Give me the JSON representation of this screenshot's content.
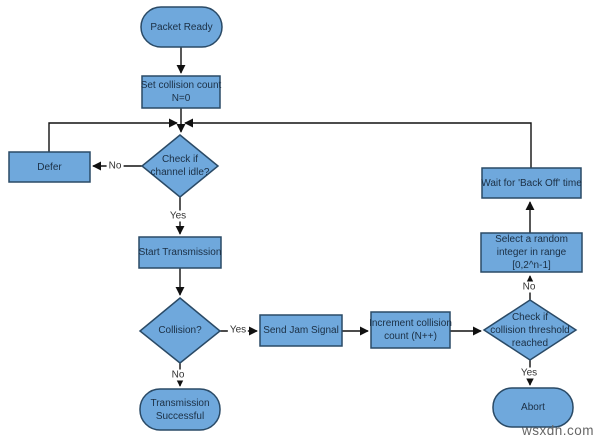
{
  "watermark": "wsxdn.com",
  "colors": {
    "node_fill": "#6FA8DC",
    "node_border": "#2A4A66",
    "line_color": "#111111",
    "text_color": "#1B2F44",
    "label_color": "#333333",
    "watermark_color": "#666666"
  },
  "nodes": {
    "start": {
      "lines": [
        "Packet Ready"
      ]
    },
    "set_count": {
      "lines": [
        "Set collision count",
        "N=0"
      ]
    },
    "idle_check": {
      "lines": [
        "Check if",
        "channel idle?"
      ]
    },
    "defer": {
      "lines": [
        "Defer"
      ]
    },
    "start_tx": {
      "lines": [
        "Start Transmission"
      ]
    },
    "collision": {
      "lines": [
        "Collision?"
      ]
    },
    "tx_success": {
      "lines": [
        "Transmission",
        "Successful"
      ]
    },
    "send_jam": {
      "lines": [
        "Send Jam Signal"
      ]
    },
    "increment": {
      "lines": [
        "Increment collision",
        "count (N++)"
      ]
    },
    "threshold": {
      "lines": [
        "Check if",
        "collision threshold",
        "reached"
      ]
    },
    "select_random": {
      "lines": [
        "Select a random",
        "integer in range",
        "[0,2^n-1]"
      ]
    },
    "wait_backoff": {
      "lines": [
        "Wait for 'Back Off' time"
      ]
    },
    "abort": {
      "lines": [
        "Abort"
      ]
    }
  },
  "edges": {
    "idle_no": "No",
    "idle_yes": "Yes",
    "collision_yes": "Yes",
    "collision_no": "No",
    "threshold_no": "No",
    "threshold_yes": "Yes"
  }
}
